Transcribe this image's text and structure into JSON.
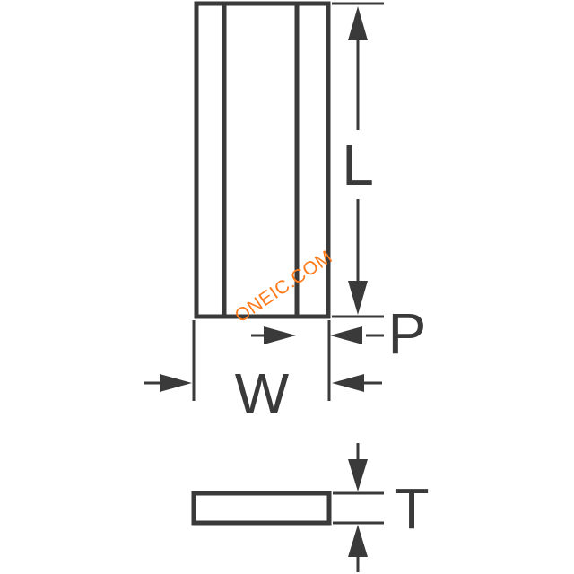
{
  "labels": {
    "length": "L",
    "width": "W",
    "pad": "P",
    "thickness": "T"
  },
  "watermark": "ONEIC.COM",
  "colors": {
    "line": "#3a3a3a",
    "watermark": "#ff7a1a"
  }
}
